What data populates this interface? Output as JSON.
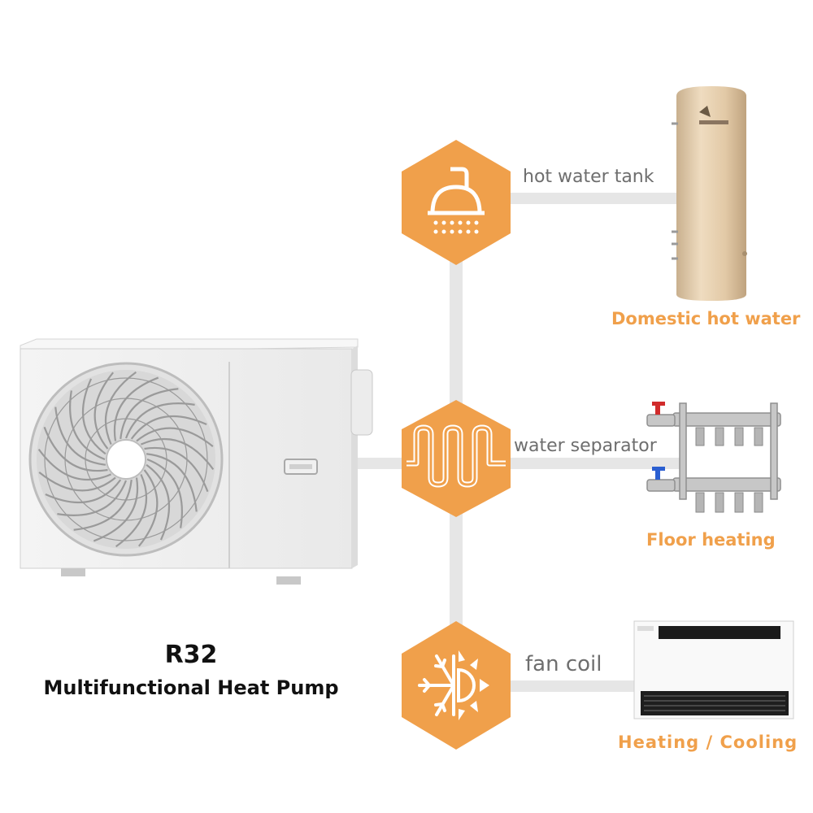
{
  "colors": {
    "accent": "#f0a04b",
    "label": "#6e6e6e",
    "pipe": "#e6e6e6"
  },
  "product": {
    "refrigerant": "R32",
    "name": "Multifunctional Heat Pump"
  },
  "connections": [
    {
      "icon": "shower-icon",
      "label": "hot water tank",
      "caption": "Domestic hot water"
    },
    {
      "icon": "floor-coil-icon",
      "label": "water separator",
      "caption": "Floor heating"
    },
    {
      "icon": "snow-sun-icon",
      "label": "fan coil",
      "caption": "Heating / Cooling"
    }
  ]
}
